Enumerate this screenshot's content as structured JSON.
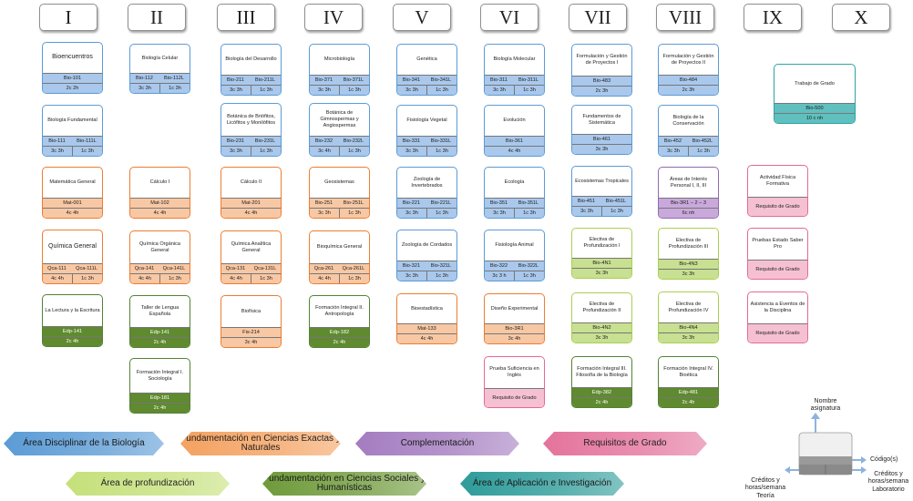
{
  "semesters": [
    "I",
    "II",
    "III",
    "IV",
    "V",
    "VI",
    "VII",
    "VIII",
    "IX",
    "X"
  ],
  "courses": [
    {
      "id": "bioencuentros",
      "name": "Bioencuentros",
      "codes": [
        "Bio-101"
      ],
      "credits": [
        "2c 2h"
      ],
      "color": "blue"
    },
    {
      "id": "biologia-fundamental",
      "name": "Biología Fundamental",
      "codes": [
        "Bio-111",
        "Bio-111L"
      ],
      "credits": [
        "3c 3h",
        "1c 3h"
      ],
      "color": "blue"
    },
    {
      "id": "matematica-general",
      "name": "Matemática General",
      "codes": [
        "Mat-001"
      ],
      "credits": [
        "4c 4h"
      ],
      "color": "orange"
    },
    {
      "id": "quimica-general",
      "name": "Química General",
      "codes": [
        "Qca-111",
        "Qca-111L"
      ],
      "credits": [
        "4c 4h",
        "1c 3h"
      ],
      "color": "orange"
    },
    {
      "id": "lectura-escritura",
      "name": "La Lectura y la Escritura",
      "codes": [
        "Edp-141"
      ],
      "credits": [
        "2c 4h"
      ],
      "color": "dgreen"
    },
    {
      "id": "biologia-celular",
      "name": "Biología Celular",
      "codes": [
        "Bio-112",
        "Bio-112L"
      ],
      "credits": [
        "3c 3h",
        "1c 3h"
      ],
      "color": "blue"
    },
    {
      "id": "calculo-i",
      "name": "Cálculo I",
      "codes": [
        "Mat-102"
      ],
      "credits": [
        "4c 4h"
      ],
      "color": "orange"
    },
    {
      "id": "quimica-organica",
      "name": "Química Orgánica General",
      "codes": [
        "Qca-141",
        "Qca-141L"
      ],
      "credits": [
        "4c 4h",
        "1c 3h"
      ],
      "color": "orange"
    },
    {
      "id": "taller-lengua",
      "name": "Taller de Lengua Española",
      "codes": [
        "Edp-141"
      ],
      "credits": [
        "2c 4h"
      ],
      "color": "dgreen"
    },
    {
      "id": "formacion-integral-i",
      "name": "Formación Integral I. Sociología",
      "codes": [
        "Edp-181"
      ],
      "credits": [
        "2c 4h"
      ],
      "color": "dgreen"
    },
    {
      "id": "biologia-desarrollo",
      "name": "Biología del Desarrollo",
      "codes": [
        "Bio-211",
        "Bio-211L"
      ],
      "credits": [
        "3c 3h",
        "1c 3h"
      ],
      "color": "blue"
    },
    {
      "id": "botanica-briofitos",
      "name": "Botánica de Briófitos, Licófitos y Monilófitos",
      "codes": [
        "Bio-231",
        "Bio-231L"
      ],
      "credits": [
        "3c 3h",
        "1c 3h"
      ],
      "color": "blue"
    },
    {
      "id": "calculo-ii",
      "name": "Cálculo II",
      "codes": [
        "Mat-201"
      ],
      "credits": [
        "4c 4h"
      ],
      "color": "orange"
    },
    {
      "id": "quimica-analitica",
      "name": "Química Analítica General",
      "codes": [
        "Qca-131",
        "Qca-131L"
      ],
      "credits": [
        "4c 4h",
        "1c 3h"
      ],
      "color": "orange"
    },
    {
      "id": "biofisica",
      "name": "Biofísica",
      "codes": [
        "Fis-214"
      ],
      "credits": [
        "3c 4h"
      ],
      "color": "orange"
    },
    {
      "id": "microbiologia",
      "name": "Microbiología",
      "codes": [
        "Bio-371",
        "Bio-371L"
      ],
      "credits": [
        "3c 3h",
        "1c 3h"
      ],
      "color": "blue"
    },
    {
      "id": "botanica-gimnospermas",
      "name": "Botánica de Gimnospermas y Angiospermas",
      "codes": [
        "Bio-232",
        "Bio-232L"
      ],
      "credits": [
        "3c 4h",
        "1c 3h"
      ],
      "color": "blue"
    },
    {
      "id": "geosistemas",
      "name": "Geosistemas",
      "codes": [
        "Bio-251",
        "Bio-251L"
      ],
      "credits": [
        "3c 3h",
        "1c 3h"
      ],
      "color": "orange"
    },
    {
      "id": "bioquimica-general",
      "name": "Bioquímica General",
      "codes": [
        "Qca-261",
        "Qca-261L"
      ],
      "credits": [
        "4c 4h",
        "1c 3h"
      ],
      "color": "orange"
    },
    {
      "id": "formacion-integral-ii",
      "name": "Formación Integral II. Antropología",
      "codes": [
        "Edp-182"
      ],
      "credits": [
        "2c 4h"
      ],
      "color": "dgreen"
    },
    {
      "id": "genetica",
      "name": "Genética",
      "codes": [
        "Bio-341",
        "Bio-341L"
      ],
      "credits": [
        "3c 3h",
        "1c 3h"
      ],
      "color": "blue"
    },
    {
      "id": "fisiologia-vegetal",
      "name": "Fisiología Vegetal",
      "codes": [
        "Bio-331",
        "Bio-331L"
      ],
      "credits": [
        "3c 3h",
        "1c 3h"
      ],
      "color": "blue"
    },
    {
      "id": "zoologia-invertebrados",
      "name": "Zoología de Invertebrados",
      "codes": [
        "Bio-221",
        "Bio-221L"
      ],
      "credits": [
        "3c 3h",
        "1c 3h"
      ],
      "color": "blue"
    },
    {
      "id": "zoologia-cordados",
      "name": "Zoología de Cordados",
      "codes": [
        "Bio-321",
        "Bio-321L"
      ],
      "credits": [
        "3c 3h",
        "1c 3h"
      ],
      "color": "blue"
    },
    {
      "id": "bioestadistica",
      "name": "Bioestadística",
      "codes": [
        "Mat-133"
      ],
      "credits": [
        "4c 4h"
      ],
      "color": "orange"
    },
    {
      "id": "biologia-molecular",
      "name": "Biología Molecular",
      "codes": [
        "Bio-311",
        "Bio-311L"
      ],
      "credits": [
        "3c 3h",
        "1c 3h"
      ],
      "color": "blue"
    },
    {
      "id": "evolucion",
      "name": "Evolución",
      "codes": [
        "Bio-361"
      ],
      "credits": [
        "4c 4h"
      ],
      "color": "blue"
    },
    {
      "id": "ecologia",
      "name": "Ecología",
      "codes": [
        "Bio-351",
        "Bio-351L"
      ],
      "credits": [
        "3c 3h",
        "1c 3h"
      ],
      "color": "blue"
    },
    {
      "id": "fisiologia-animal",
      "name": "Fisiología Animal",
      "codes": [
        "Bio-322",
        "Bio-322L"
      ],
      "credits": [
        "3c 3 h",
        "1c 3h"
      ],
      "color": "blue"
    },
    {
      "id": "diseno-experimental",
      "name": "Diseño Experimental",
      "codes": [
        "Bio-3R1"
      ],
      "credits": [
        "3c 4h"
      ],
      "color": "orange"
    },
    {
      "id": "prueba-suficiencia",
      "name": "Prueba Suficiencia en Inglés",
      "codes": [
        "Requisito de Grado"
      ],
      "credits": [],
      "color": "pink"
    },
    {
      "id": "formulacion-i",
      "name": "Formulación y Gestión de Proyectos I",
      "codes": [
        "Bio-483"
      ],
      "credits": [
        "2c 3h"
      ],
      "color": "blue"
    },
    {
      "id": "fundamentos-sistematica",
      "name": "Fundamentos de Sistemática",
      "codes": [
        "Bio-461"
      ],
      "credits": [
        "3c 3h"
      ],
      "color": "blue"
    },
    {
      "id": "ecosistemas-tropicales",
      "name": "Ecosistemas Tropicales",
      "codes": [
        "Bio-451",
        "Bio-451L"
      ],
      "credits": [
        "3c 3h",
        "1c 3h"
      ],
      "color": "blue"
    },
    {
      "id": "electiva-i",
      "name": "Electiva de Profundización I",
      "codes": [
        "Bio-4N1"
      ],
      "credits": [
        "3c 3h"
      ],
      "color": "lgreen"
    },
    {
      "id": "electiva-ii",
      "name": "Electiva de Profundización II",
      "codes": [
        "Bio-4N2"
      ],
      "credits": [
        "3c 3h"
      ],
      "color": "lgreen"
    },
    {
      "id": "formacion-integral-iii",
      "name": "Formación Integral III. Filosofía de la Biología",
      "codes": [
        "Edp-382"
      ],
      "credits": [
        "2c 4h"
      ],
      "color": "dgreen"
    },
    {
      "id": "formulacion-ii",
      "name": "Formulación y Gestión de Proyectos II",
      "codes": [
        "Bio-484"
      ],
      "credits": [
        "2c 3h"
      ],
      "color": "blue"
    },
    {
      "id": "biologia-conservacion",
      "name": "Biología de la Conservación",
      "codes": [
        "Bio-452",
        "Bio-452L"
      ],
      "credits": [
        "3c 3h",
        "1c 3h"
      ],
      "color": "blue"
    },
    {
      "id": "areas-interes",
      "name": "Áreas de Interés Personal I, II, III",
      "codes": [
        "Bio-3R1 – 2 – 3"
      ],
      "credits": [
        "6c nh"
      ],
      "color": "purple"
    },
    {
      "id": "electiva-iii",
      "name": "Electiva de Profundización III",
      "codes": [
        "Bio-4N3"
      ],
      "credits": [
        "3c 3h"
      ],
      "color": "lgreen"
    },
    {
      "id": "electiva-iv",
      "name": "Electiva de Profundización IV",
      "codes": [
        "Bio-4N4"
      ],
      "credits": [
        "3c 3h"
      ],
      "color": "lgreen"
    },
    {
      "id": "formacion-integral-iv",
      "name": "Formación Integral IV. Bioética",
      "codes": [
        "Edp-481"
      ],
      "credits": [
        "2c 4h"
      ],
      "color": "dgreen"
    },
    {
      "id": "actividad-fisica",
      "name": "Actividad Física Formativa",
      "codes": [
        "Requisito de Grado"
      ],
      "credits": [],
      "color": "pink"
    },
    {
      "id": "pruebas-estado",
      "name": "Pruebas Estado Saber Pro",
      "codes": [
        "Requisito de Grado"
      ],
      "credits": [],
      "color": "pink"
    },
    {
      "id": "asistencia-eventos",
      "name": "Asistencia a Eventos de la Disciplina",
      "codes": [
        "Requisito de Grado"
      ],
      "credits": [],
      "color": "pink"
    },
    {
      "id": "trabajo-grado",
      "name": "Trabajo de Grado",
      "codes": [
        "Bio-500"
      ],
      "credits": [
        "10 c nh"
      ],
      "color": "teal"
    }
  ],
  "legend": [
    {
      "id": "disciplinar",
      "label": "Área Disciplinar de la Biología",
      "color": "#5b9bd5"
    },
    {
      "id": "fundamentacion-exactas",
      "label": "Fundamentación en Ciencias Exactas y Naturales",
      "color": "#f4a261"
    },
    {
      "id": "complementacion",
      "label": "Complementación",
      "color": "#a47cc0"
    },
    {
      "id": "requisitos",
      "label": "Requisitos de Grado",
      "color": "#e4739b"
    },
    {
      "id": "profundizacion",
      "label": "Área de profundización",
      "color": "#c5e07a"
    },
    {
      "id": "fundamentacion-sociales",
      "label": "Fundamentación en Ciencias Sociales y Humanísticas",
      "color": "#6f9a3a"
    },
    {
      "id": "aplicacion",
      "label": "Área de Aplicación e Investigación",
      "color": "#2e9c9a"
    }
  ],
  "key": {
    "name_label": "Nombre asignatura",
    "codes_label": "Código(s)",
    "theory_label": "Créditos y horas/semana Teoría",
    "lab_label": "Créditos y horas/semana Laboratorio"
  }
}
